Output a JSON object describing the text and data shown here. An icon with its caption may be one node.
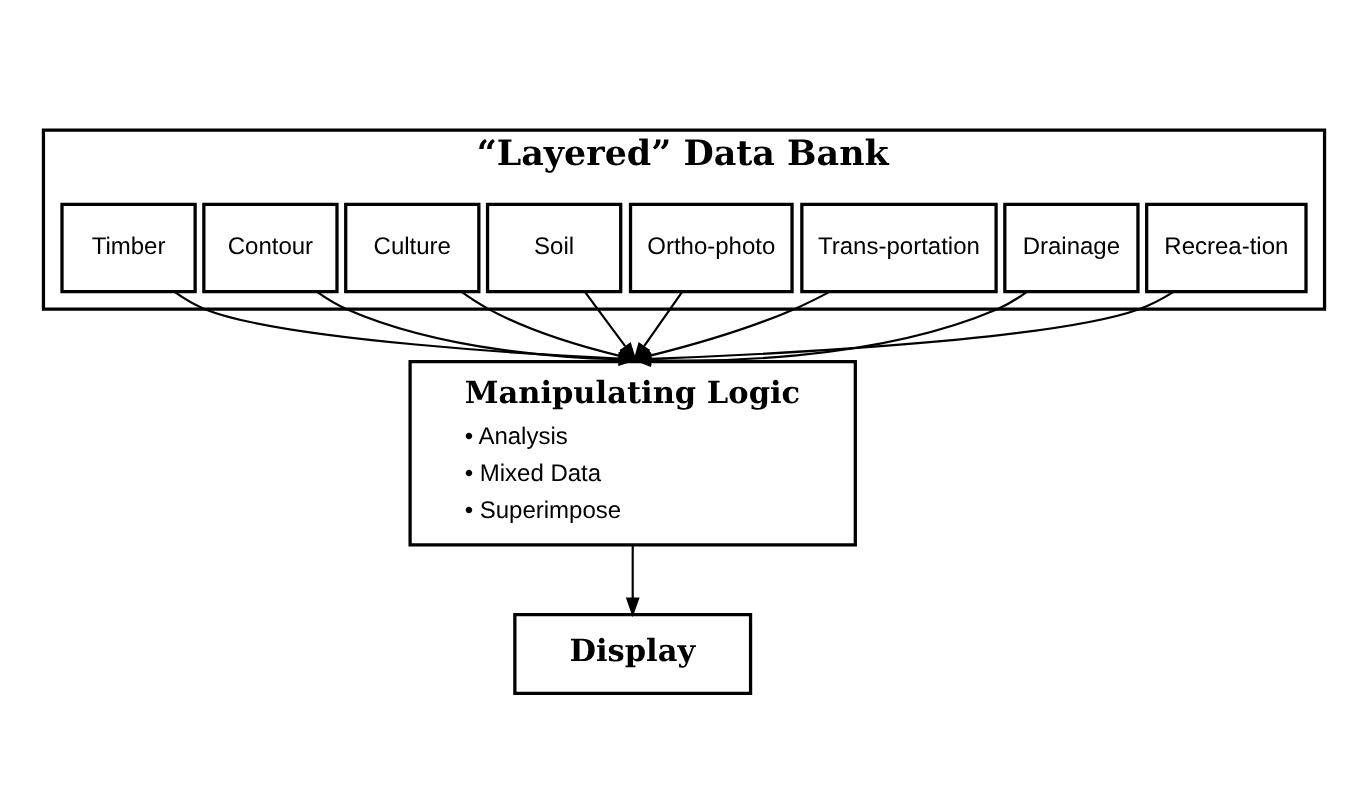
{
  "diagram": {
    "nodes": [
      {
        "text": [
          "“Layered” Data Bank"
        ]
      },
      {
        "text": [
          "Timber"
        ],
        "in": 0
      },
      {
        "text": [
          "Contour"
        ],
        "in": 0
      },
      {
        "text": [
          "Culture"
        ],
        "in": 0
      },
      {
        "text": [
          "Soil"
        ],
        "in": 0
      },
      {
        "text": [
          "Ortho-photo"
        ],
        "in": 0
      },
      {
        "text": [
          "Trans-portation"
        ],
        "in": 0
      },
      {
        "text": [
          "Drainage"
        ],
        "in": 0
      },
      {
        "text": [
          "Recrea-tion"
        ],
        "in": 0
      },
      {
        "text": [
          "Manipulating Logic",
          "• Analysis",
          "• Mixed Data",
          "• Superimpose"
        ]
      },
      {
        "text": [
          "Display"
        ]
      }
    ],
    "edges": [
      {
        "from": 1,
        "to": 9,
        "arrow": "to"
      },
      {
        "from": 2,
        "to": 9,
        "arrow": "to"
      },
      {
        "from": 3,
        "to": 9,
        "arrow": "to"
      },
      {
        "from": 4,
        "to": 9,
        "arrow": "to"
      },
      {
        "from": 5,
        "to": 9,
        "arrow": "to"
      },
      {
        "from": 6,
        "to": 9,
        "arrow": "to"
      },
      {
        "from": 7,
        "to": 9,
        "arrow": "to"
      },
      {
        "from": 8,
        "to": 9,
        "arrow": "to"
      },
      {
        "from": 9,
        "to": 10,
        "arrow": "to"
      }
    ]
  }
}
